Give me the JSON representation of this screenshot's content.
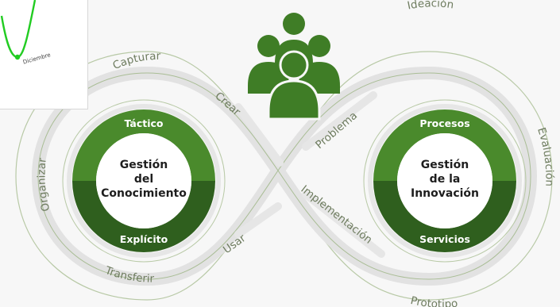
{
  "inset_chart": {
    "x_tick_label": "Diciembre",
    "line_color": "#22cc22"
  },
  "diagram": {
    "left_loop": {
      "center_lines": [
        "Gestión",
        "del",
        "Conocimiento"
      ],
      "top_segment": "Táctico",
      "bottom_segment": "Explícito",
      "labels": {
        "top": "Capturar",
        "left": "Organizar",
        "bottom": "Transferir",
        "inner_top": "Crear",
        "inner_bottom": "Usar"
      }
    },
    "right_loop": {
      "center_lines": [
        "Gestión",
        "de la",
        "Innovación"
      ],
      "top_segment": "Procesos",
      "bottom_segment": "Servicios",
      "labels": {
        "top": "Ideación",
        "right": "Evaluación",
        "bottom": "Prototipo",
        "inner_top": "Problema",
        "inner_bottom": "Implementación"
      }
    },
    "icon": "people-group-icon",
    "colors": {
      "ring_top": "#4a8a2c",
      "ring_bottom": "#2f5f1e",
      "track": "#e6e6e6",
      "outline": "#9fb58a"
    }
  }
}
